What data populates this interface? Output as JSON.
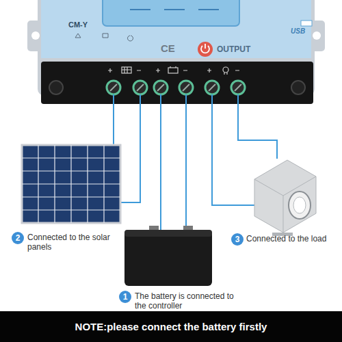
{
  "diagram": {
    "nodes": [
      {
        "text": [
          "CM-Y",
          "CE",
          "OUTPUT",
          "USB"
        ]
      },
      {
        "text": [
          "2"
        ]
      },
      {
        "text": [
          "3"
        ]
      },
      {
        "text": [
          "1"
        ]
      },
      {
        "text": [
          "NOTE:please connect the battery firstly"
        ]
      }
    ],
    "labels": [
      "Connected to the solar panels",
      "Connected to the load",
      "The battery is connected to the controller"
    ]
  }
}
